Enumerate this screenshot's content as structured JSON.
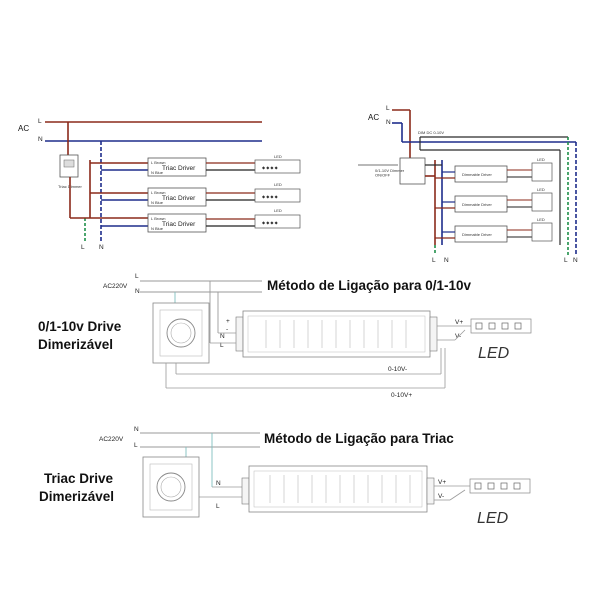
{
  "diagram_top_left": {
    "ac_label": "AC",
    "l_label": "L",
    "n_label": "N",
    "dimmer_label": "Triac Dimmer",
    "driver_label": "Triac Driver",
    "driver_term_l": "L Brown",
    "driver_term_n": "N Blue",
    "led_label": "LED",
    "bottom_l": "L",
    "bottom_n": "N"
  },
  "diagram_top_right": {
    "ac_label": "AC",
    "l_label": "L",
    "n_label": "N",
    "dim_label": "DIM DC 0-10V",
    "dimmer_label": "0/1-10V Dimmer\nON/OFF",
    "driver_label": "Dimmable Driver",
    "led_label": "LED",
    "bottom_l": "L",
    "bottom_n": "N"
  },
  "section_010v": {
    "title": "Método de Ligação para 0/1-10v",
    "caption_line1": "0/1-10v Drive",
    "caption_line2": "Dimerizável",
    "ac_label": "AC220V",
    "l_label": "L",
    "n_label": "N",
    "term_plus": "+",
    "term_minus": "-",
    "term_n": "N",
    "term_l": "L",
    "v_plus": "V+",
    "v_minus": "V-",
    "led_label": "LED",
    "dim_minus": "0-10V-",
    "dim_plus": "0-10V+"
  },
  "section_triac": {
    "title": "Método de Ligação para Triac",
    "caption_line1": "Triac Drive",
    "caption_line2": "Dimerizável",
    "ac_label": "AC220V",
    "n_label": "N",
    "l_label": "L",
    "term_n": "N",
    "term_l": "L",
    "v_plus": "V+",
    "v_minus": "V-",
    "led_label": "LED"
  },
  "colors": {
    "live": "#8b2a1a",
    "neutral": "#1e2d8c",
    "earth": "#1f8f4a",
    "dim": "#2a2a2a",
    "grey_wire": "#9a9a9a",
    "teal_wire": "#7fbfbf"
  }
}
